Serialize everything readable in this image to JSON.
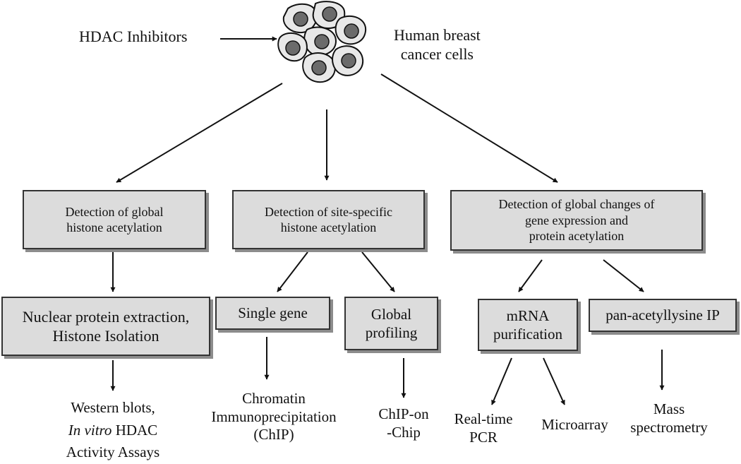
{
  "source": {
    "inhibitors_label": "HDAC Inhibitors",
    "cells_label_line1": "Human breast",
    "cells_label_line2": "cancer cells"
  },
  "branches": {
    "global": {
      "title_line1": "Detection of global",
      "title_line2": "histone acetylation",
      "step_line1": "Nuclear protein extraction,",
      "step_line2": "Histone Isolation",
      "result_line1": "Western blots,",
      "result_line2_italic": "In vitro",
      "result_line2_rest": " HDAC",
      "result_line3": "Activity Assays"
    },
    "site_specific": {
      "title_line1": "Detection of site-specific",
      "title_line2": "histone acetylation",
      "single_gene": "Single gene",
      "global_profiling_line1": "Global",
      "global_profiling_line2": "profiling",
      "chip_line1": "Chromatin",
      "chip_line2": "Immunoprecipitation",
      "chip_line3": "(ChIP)",
      "chip_on_chip_line1": "ChIP-on",
      "chip_on_chip_line2": "-Chip"
    },
    "expression": {
      "title_line1": "Detection of global changes of",
      "title_line2": "gene expression and",
      "title_line3": "protein acetylation",
      "mrna_line1": "mRNA",
      "mrna_line2": "purification",
      "ip": "pan-acetyllysine IP",
      "pcr_line1": "Real-time",
      "pcr_line2": "PCR",
      "microarray": "Microarray",
      "ms_line1": "Mass",
      "ms_line2": "spectrometry"
    }
  },
  "colors": {
    "box_fill": "#dcdcdc",
    "box_shadow": "#8c8c8c",
    "cell_fill": "#e8e8e8",
    "nucleus_fill": "#6b6b6b",
    "line": "#111111"
  }
}
